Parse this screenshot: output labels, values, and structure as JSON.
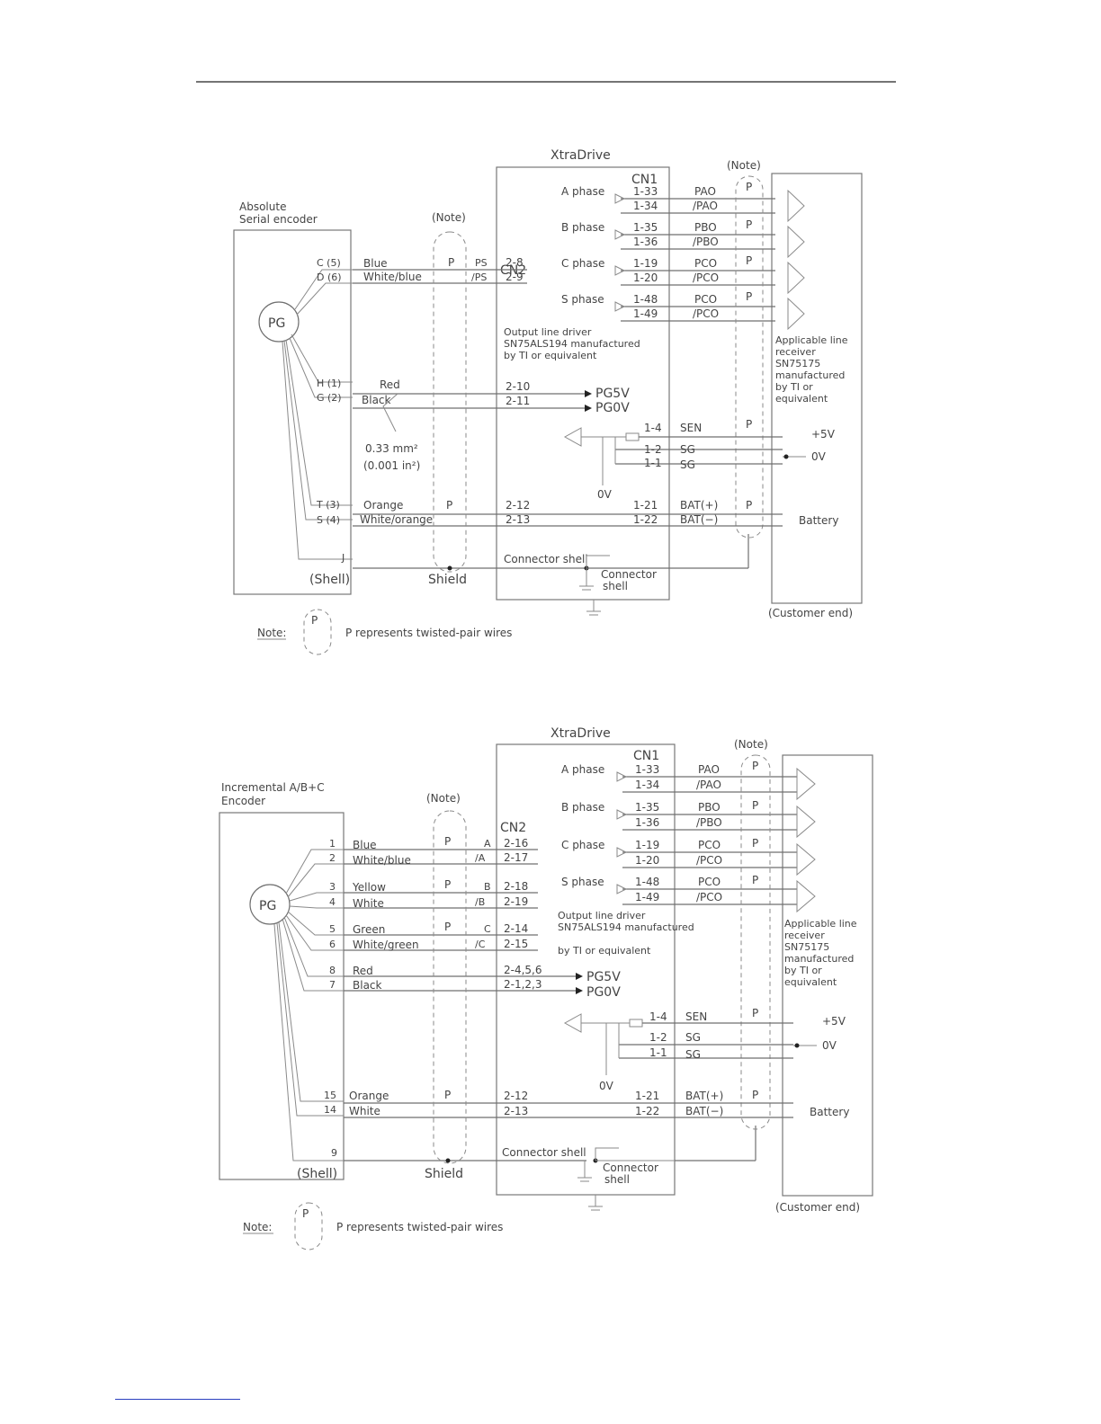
{
  "common": {
    "drive": "XtraDrive",
    "cn1": "CN1",
    "cn2": "CN2",
    "note": "(Note)",
    "p": "P",
    "shield": "Shield",
    "shell": "(Shell)",
    "connector_shell": "Connector shell",
    "connector": "Connector",
    "shell_word": "shell",
    "customer_end": "(Customer end)",
    "note_label": "Note:",
    "note_text": "P represents twisted-pair wires",
    "output_driver": [
      "Output line driver",
      "SN75ALS194 manufactured",
      "by TI or equivalent"
    ],
    "receiver": [
      "Applicable line",
      "receiver",
      "SN75175",
      "manufactured",
      "by TI or",
      "equivalent"
    ],
    "phases": [
      {
        "label": "A phase",
        "pins": [
          "1-33",
          "1-34"
        ],
        "sigs": [
          "PAO",
          "/PAO"
        ]
      },
      {
        "label": "B phase",
        "pins": [
          "1-35",
          "1-36"
        ],
        "sigs": [
          "PBO",
          "/PBO"
        ]
      },
      {
        "label": "C phase",
        "pins": [
          "1-19",
          "1-20"
        ],
        "sigs": [
          "PCO",
          "/PCO"
        ]
      },
      {
        "label": "S phase",
        "pins": [
          "1-48",
          "1-49"
        ],
        "sigs": [
          "PCO",
          "/PCO"
        ]
      }
    ],
    "sen": {
      "pins": [
        "1-4",
        "1-2",
        "1-1"
      ],
      "sigs": [
        "SEN",
        "SG",
        "SG"
      ],
      "plus5v": "+5V",
      "zerov": "0V"
    },
    "bat": {
      "pins": [
        "1-21",
        "1-22"
      ],
      "sigs": [
        "BAT(+)",
        "BAT(−)"
      ],
      "battery": "Battery"
    },
    "pg5v": "PG5V",
    "pg0v": "PG0V"
  },
  "diagram1": {
    "encoder_title": [
      "Absolute",
      "Serial encoder"
    ],
    "pg": "PG",
    "wires": [
      {
        "term": "C (5)",
        "color": "Blue",
        "sig": "PS",
        "pin": "2-8"
      },
      {
        "term": "D (6)",
        "color": "White/blue",
        "sig": "/PS",
        "pin": "2-9"
      },
      {
        "term": "H (1)",
        "color": "Red",
        "pin": "2-10"
      },
      {
        "term": "G (2)",
        "color": "Black",
        "pin": "2-11"
      },
      {
        "term": "T (3)",
        "color": "Orange",
        "pin": "2-12"
      },
      {
        "term": "S (4)",
        "color": "White/orange",
        "pin": "2-13"
      },
      {
        "term": "J"
      }
    ],
    "cable_size": [
      "0.33 mm²",
      "(0.001 in²)"
    ]
  },
  "diagram2": {
    "encoder_title": [
      "Incremental A/B+C",
      "Encoder"
    ],
    "pg": "PG",
    "wires": [
      {
        "term": "1",
        "color": "Blue",
        "sig": "A",
        "pin": "2-16"
      },
      {
        "term": "2",
        "color": "White/blue",
        "sig": "/A",
        "pin": "2-17"
      },
      {
        "term": "3",
        "color": "Yellow",
        "sig": "B",
        "pin": "2-18"
      },
      {
        "term": "4",
        "color": "White",
        "sig": "/B",
        "pin": "2-19"
      },
      {
        "term": "5",
        "color": "Green",
        "sig": "C",
        "pin": "2-14"
      },
      {
        "term": "6",
        "color": "White/green",
        "sig": "/C",
        "pin": "2-15"
      },
      {
        "term": "8",
        "color": "Red",
        "pin": "2-4,5,6"
      },
      {
        "term": "7",
        "color": "Black",
        "pin": "2-1,2,3"
      },
      {
        "term": "15",
        "color": "Orange",
        "pin": "2-12"
      },
      {
        "term": "14",
        "color": "White",
        "pin": "2-13"
      },
      {
        "term": "9"
      }
    ]
  }
}
